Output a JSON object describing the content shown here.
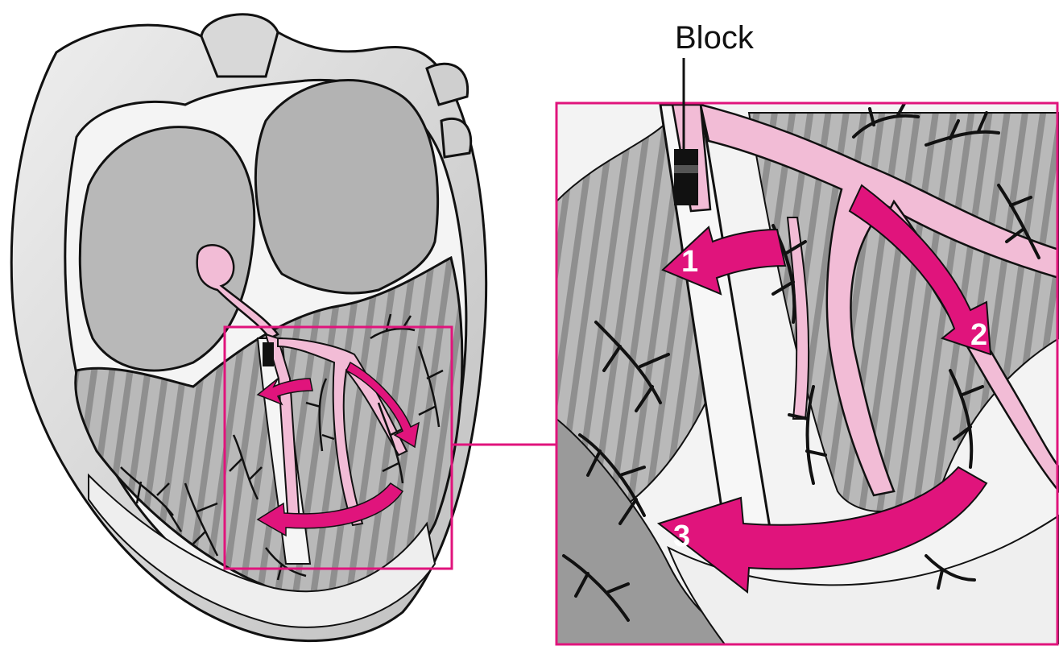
{
  "block_label": "Block",
  "steps": [
    {
      "label": "1"
    },
    {
      "label": "2"
    },
    {
      "label": "3"
    }
  ],
  "colors": {
    "accent": "#e0147c",
    "conduction": "#f2bcd6",
    "outline": "#111111",
    "tissue_light": "#e6e6e6",
    "tissue_mid": "#bdbdbd",
    "tissue_dark": "#8c8c8c",
    "background": "#ffffff"
  },
  "icons": [
    "heart-illustration",
    "zoom-inset",
    "block-marker",
    "pink-arrow"
  ]
}
